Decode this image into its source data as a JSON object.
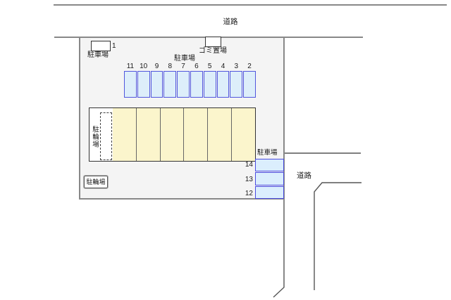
{
  "diagram": {
    "road_top": {
      "label": "道路"
    },
    "road_right": {
      "label": "道路"
    },
    "lot": {
      "space1": {
        "number": "1",
        "label": "駐車場"
      },
      "garbage": {
        "label": "ゴミ置場"
      },
      "main_row": {
        "label": "駐車場",
        "numbers": [
          "11",
          "10",
          "9",
          "8",
          "7",
          "6",
          "5",
          "4",
          "3",
          "2"
        ]
      },
      "bike_area": {
        "label": "駐輪場"
      },
      "bike_box": {
        "label": "駐輪場"
      },
      "right_row": {
        "label": "駐車場",
        "numbers": [
          "14",
          "13",
          "12"
        ]
      }
    },
    "colors": {
      "stall_blue_fill": "#ddeefa",
      "stall_blue_border": "#5156dd",
      "stall_yellow_fill": "#fbf5cc",
      "area_fill": "#f4f4f4",
      "road_line_gray": "#888888",
      "thin_line_gray": "#555555"
    }
  }
}
